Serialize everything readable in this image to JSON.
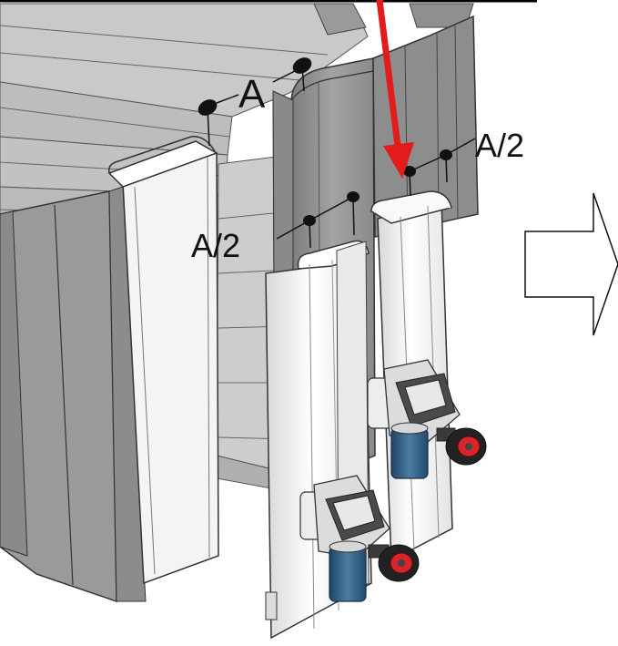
{
  "labels": {
    "top_spacing": "A",
    "right_spacing": "A/2",
    "left_spacing": "A/2"
  },
  "icons": {
    "pointer": "red-down-arrow",
    "next_step": "outline-right-arrow"
  },
  "colors": {
    "pointer": "#e21b1b",
    "panel_dark": "#8b8b8b",
    "panel_light": "#c4c4c4",
    "rail": "#f2f2f2",
    "motor_blue": "#2e5c82",
    "wheel_red": "#d9242b"
  }
}
